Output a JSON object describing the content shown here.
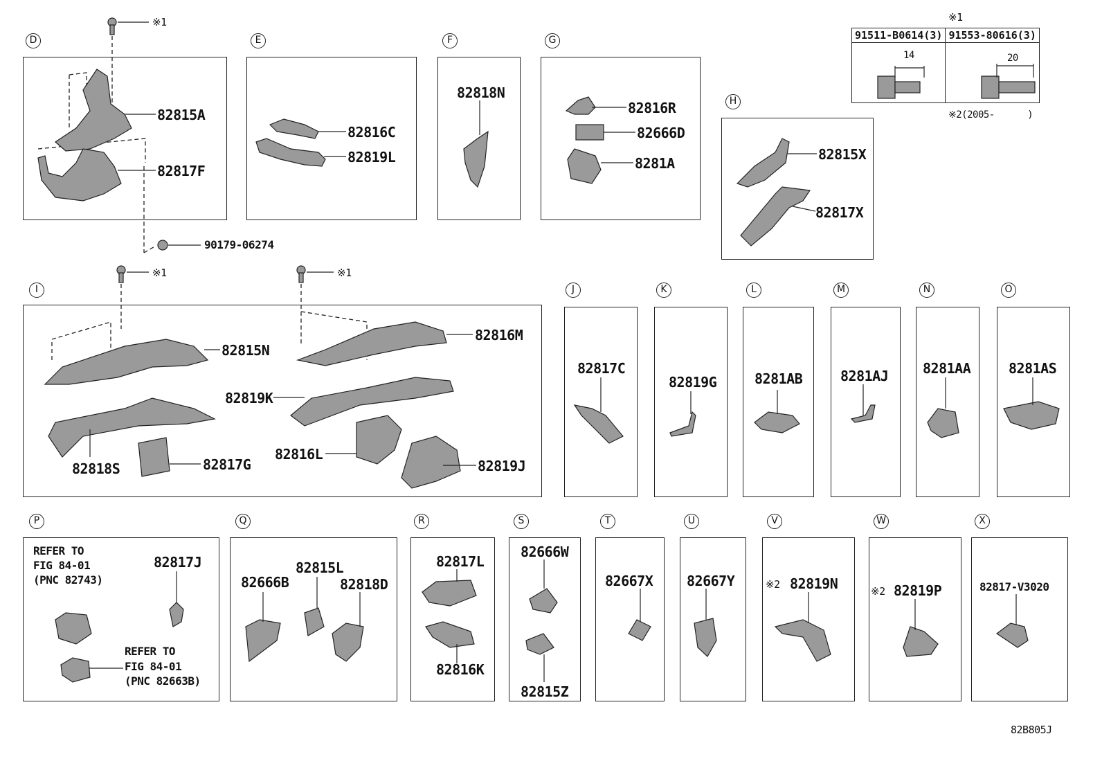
{
  "note_mark": "※1",
  "bolt_table": {
    "header": "※1",
    "col1": "91511-B0614(3)",
    "col2": "91553-80616(3)",
    "dim1": "14",
    "dim2": "20",
    "footnote": "※2(2005-      )"
  },
  "sections": {
    "D": {
      "letter": "D",
      "parts": [
        "82815A",
        "82817F"
      ]
    },
    "E": {
      "letter": "E",
      "parts": [
        "82816C",
        "82819L"
      ]
    },
    "F": {
      "letter": "F",
      "parts": [
        "82818N"
      ]
    },
    "G": {
      "letter": "G",
      "parts": [
        "82816R",
        "82666D",
        "8281A"
      ]
    },
    "H": {
      "letter": "H",
      "parts": [
        "82815X",
        "82817X"
      ]
    },
    "I": {
      "letter": "I",
      "parts": [
        "82815N",
        "82816M",
        "82819K",
        "82818S",
        "82817G",
        "82816L",
        "82819J"
      ]
    },
    "J": {
      "letter": "J",
      "parts": [
        "82817C"
      ]
    },
    "K": {
      "letter": "K",
      "parts": [
        "82819G"
      ]
    },
    "L": {
      "letter": "L",
      "parts": [
        "8281AB"
      ]
    },
    "M": {
      "letter": "M",
      "parts": [
        "8281AJ"
      ]
    },
    "N": {
      "letter": "N",
      "parts": [
        "8281AA"
      ]
    },
    "O": {
      "letter": "O",
      "parts": [
        "8281AS"
      ]
    },
    "P": {
      "letter": "P",
      "parts": [
        "82817J"
      ],
      "ref1": [
        "REFER TO",
        "FIG 84-01",
        "(PNC 82743)"
      ],
      "ref2": [
        "REFER TO",
        "FIG 84-01",
        "(PNC 82663B)"
      ]
    },
    "Q": {
      "letter": "Q",
      "parts": [
        "82666B",
        "82815L",
        "82818D"
      ]
    },
    "R": {
      "letter": "R",
      "parts": [
        "82817L",
        "82816K"
      ]
    },
    "S": {
      "letter": "S",
      "parts": [
        "82666W",
        "82815Z"
      ]
    },
    "T": {
      "letter": "T",
      "parts": [
        "82667X"
      ]
    },
    "U": {
      "letter": "U",
      "parts": [
        "82667Y"
      ]
    },
    "V": {
      "letter": "V",
      "parts": [
        "82819N"
      ],
      "mark": "※2"
    },
    "W": {
      "letter": "W",
      "parts": [
        "82819P"
      ],
      "mark": "※2"
    },
    "X": {
      "letter": "X",
      "parts": [
        "82817-V3020"
      ]
    }
  },
  "nut_part": "90179-06274",
  "figure_id": "82B805J"
}
